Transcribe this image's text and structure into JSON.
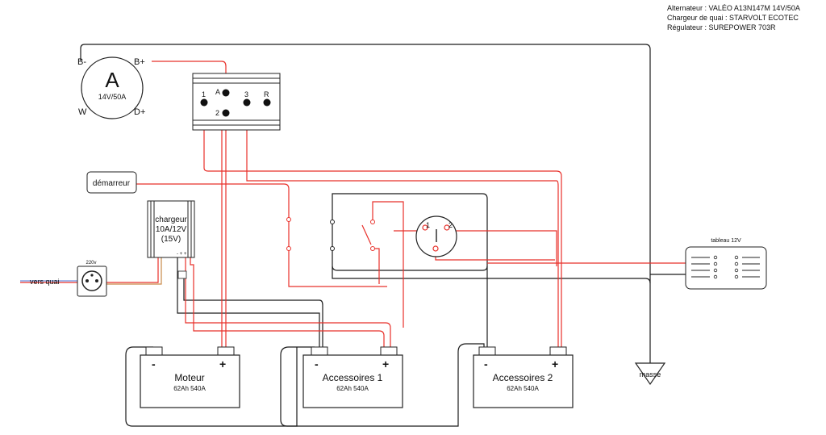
{
  "info": {
    "line1": "Alternateur : VALÉO A13N147M 14V/50A",
    "line2": "Chargeur de quai : STARVOLT ECOTEC",
    "line3": "Régulateur : SUREPOWER 703R"
  },
  "alternator": {
    "letter": "A",
    "rating": "14V/50A",
    "terminals": {
      "bminus": "B-",
      "bplus": "B+",
      "w": "W",
      "dplus": "D+"
    }
  },
  "regulator": {
    "terminals": {
      "t1": "1",
      "tA": "A",
      "t2": "2",
      "t3": "3",
      "tR": "R"
    }
  },
  "starter": {
    "label": "démarreur"
  },
  "charger": {
    "line1": "chargeur",
    "line2": "10A/12V",
    "line3": "(15V)",
    "terminals": "- + +"
  },
  "shore": {
    "voltage": "220v",
    "label": "vers quai"
  },
  "switch_panel": {
    "pos1": "1",
    "pos2": "2"
  },
  "dashboard": {
    "title": "tableau 12V"
  },
  "ground": {
    "label": "masse"
  },
  "batteries": [
    {
      "name": "Moteur",
      "spec": "62Ah 540A",
      "minus": "-",
      "plus": "+"
    },
    {
      "name": "Accessoires 1",
      "spec": "62Ah 540A",
      "minus": "-",
      "plus": "+"
    },
    {
      "name": "Accessoires 2",
      "spec": "62Ah 540A",
      "minus": "-",
      "plus": "+"
    }
  ],
  "colors": {
    "positive": "#e8302a",
    "negative": "#1a1a1a",
    "outline": "#222222"
  }
}
